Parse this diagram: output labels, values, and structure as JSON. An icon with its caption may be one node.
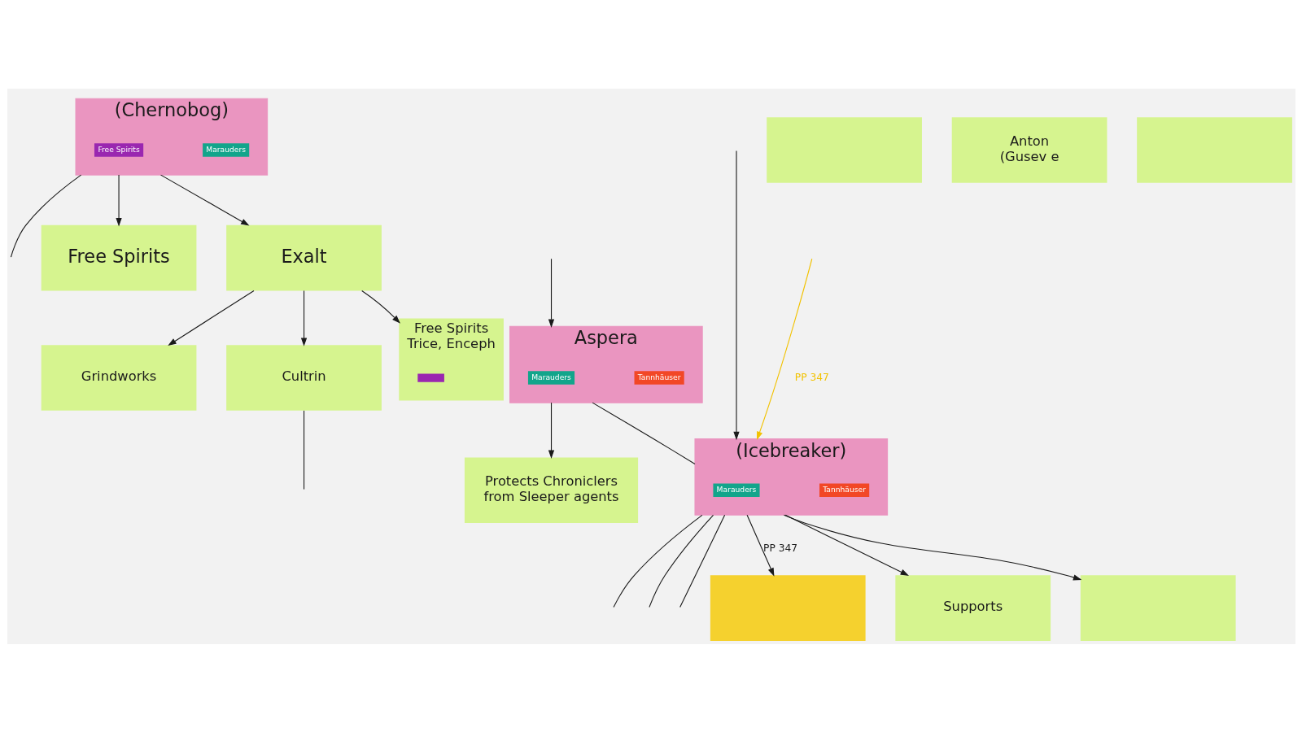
{
  "diagram": {
    "nodes": [
      {
        "text": [],
        "shape": "box"
      },
      {
        "text": [
          "(Chernobog)"
        ]
      },
      {
        "text": [
          "Free Spirits"
        ],
        "in": 1
      },
      {
        "text": [
          "Marauders"
        ],
        "in": 1
      },
      {
        "text": [
          "Free Spirits"
        ]
      },
      {
        "text": [
          "Aspera"
        ]
      },
      {
        "text": [
          "Marauders"
        ],
        "in": 5
      },
      {
        "text": [
          "Tannhäuser"
        ],
        "in": 5
      },
      {
        "text": [
          "Protects Chroniclers from Sleeper agents"
        ]
      },
      {
        "text": [
          "Exalt"
        ]
      },
      {
        "text": [
          "(Icebreaker)"
        ]
      },
      {
        "text": [
          "Marauders"
        ],
        "in": 10
      },
      {
        "text": [
          "Tannhäuser"
        ],
        "in": 10
      },
      {
        "text": [],
        "shape": "box"
      },
      {
        "text": [
          "Supports"
        ]
      },
      {
        "text": [
          "Anton (Gusev e"
        ]
      },
      {
        "text": [
          "Grindworks"
        ]
      },
      {
        "text": [
          "Cultrin"
        ]
      },
      {
        "text": [
          "Free Spirits Trice, Enceph"
        ]
      },
      {
        "text": [],
        "shape": "bar",
        "in": 18
      },
      {
        "text": [],
        "shape": "box"
      },
      {
        "text": [],
        "shape": "box"
      }
    ],
    "edges": [
      {
        "from": 1,
        "to": null,
        "arrow": "none"
      },
      {
        "from": 1,
        "to": 4,
        "arrow": "to"
      },
      {
        "from": 1,
        "to": 9,
        "arrow": "to"
      },
      {
        "from": null,
        "to": 5,
        "arrow": "to"
      },
      {
        "from": null,
        "to": 10,
        "arrow": "to"
      },
      {
        "from": null,
        "to": 10,
        "arrow": "to",
        "label": "PP 347",
        "color": "#f2c200"
      },
      {
        "from": 5,
        "to": 8,
        "arrow": "to"
      },
      {
        "from": 5,
        "to": 10,
        "arrow": "none"
      },
      {
        "from": 10,
        "to": 13,
        "arrow": "to",
        "label": "PP 347"
      },
      {
        "from": 10,
        "to": 14,
        "arrow": "to"
      },
      {
        "from": 10,
        "to": 20,
        "arrow": "to"
      },
      {
        "from": 10,
        "to": null,
        "arrow": "none"
      },
      {
        "from": 10,
        "to": null,
        "arrow": "none"
      },
      {
        "from": 10,
        "to": null,
        "arrow": "none"
      },
      {
        "from": 9,
        "to": 18,
        "arrow": "to"
      },
      {
        "from": 9,
        "to": 16,
        "arrow": "to"
      },
      {
        "from": 9,
        "to": 17,
        "arrow": "to"
      },
      {
        "from": 17,
        "to": null,
        "arrow": "none"
      }
    ]
  }
}
